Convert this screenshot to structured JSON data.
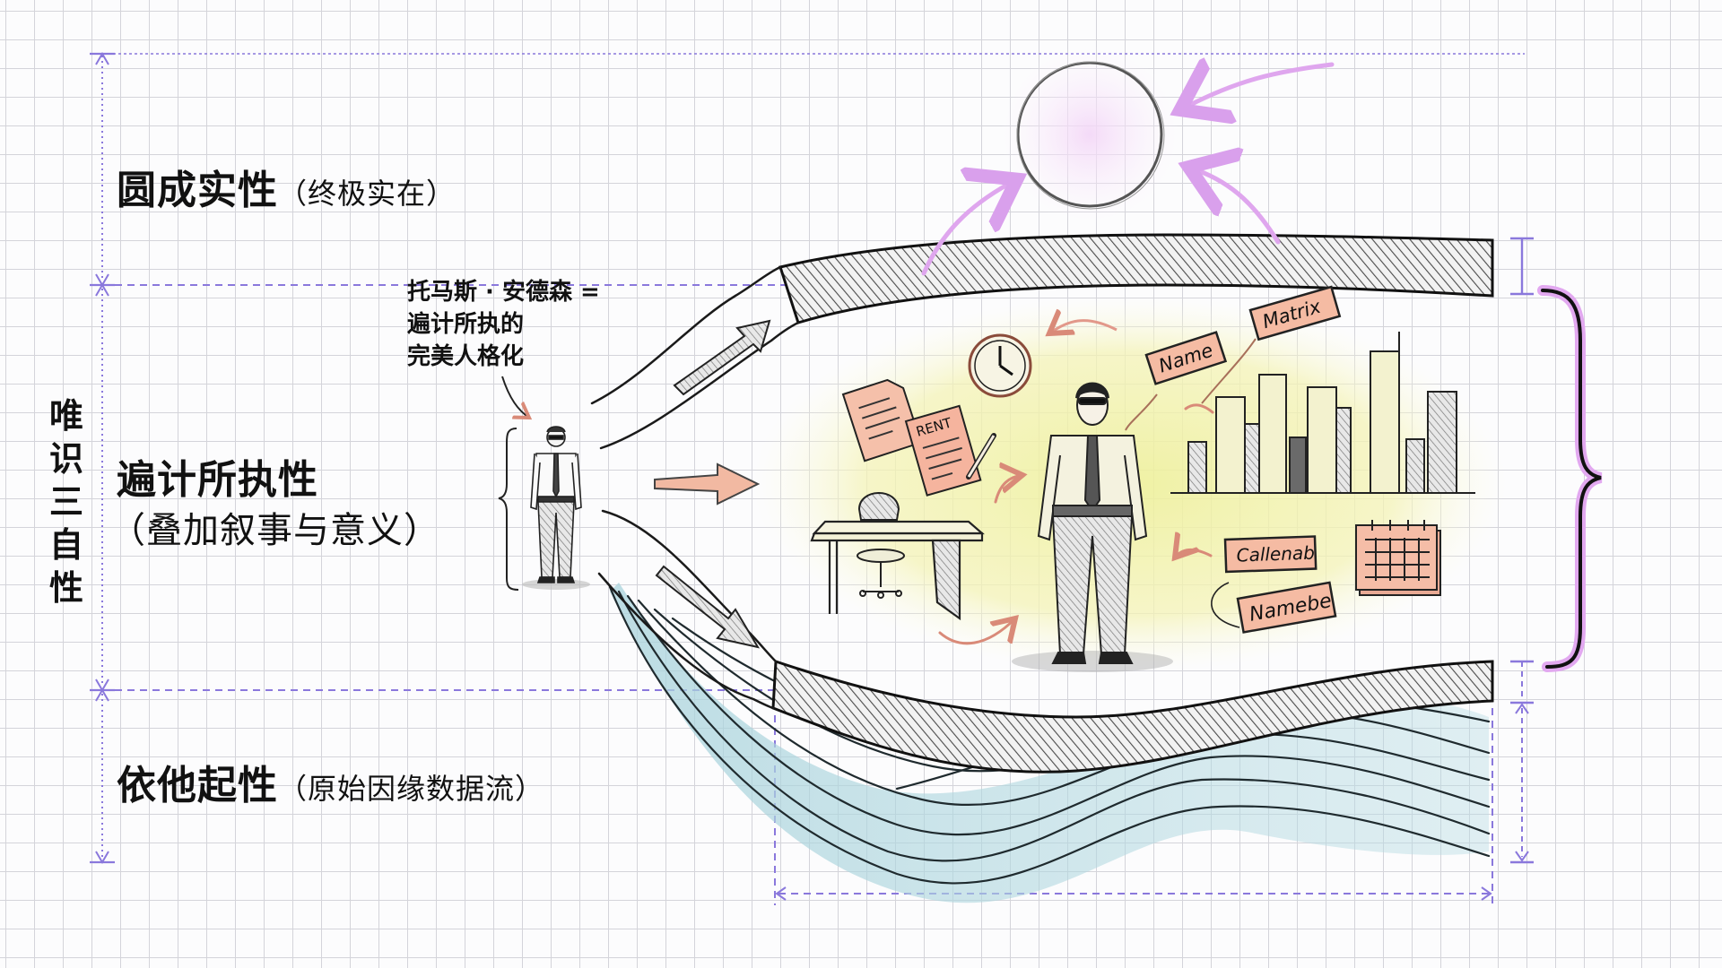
{
  "diagram": {
    "vertical_label": "唯识三自性",
    "levels": [
      {
        "id": "parinispanna",
        "title": "圆成实性",
        "subtitle": "（终极实在）"
      },
      {
        "id": "parikalpita",
        "title": "遍计所执性",
        "subtitle": "（叠加叙事与意义）"
      },
      {
        "id": "paratantra",
        "title": "依他起性",
        "subtitle": "（原始因缘数据流）"
      }
    ],
    "annotation": "托马斯 · 安德森 =\n遍计所执的\n完美人格化",
    "tube_labels": {
      "rent": "RENT",
      "name": "Name",
      "matrix": "Matrix",
      "calendar_tag": "Callenab",
      "namebe": "Namebe"
    },
    "icons": [
      "circle-ultimate-reality",
      "person-small",
      "person-large",
      "clock",
      "document",
      "rent-contract",
      "pencil",
      "desk",
      "office-chair",
      "city-skyline",
      "calendar",
      "data-stream-waves"
    ],
    "colors": {
      "grid": "#d4d4da",
      "dimension": "#8a78dc",
      "highlight_pink": "#e3a6ef",
      "tag_fill": "#f4b9a0",
      "glow_yellow": "#f2f1a8",
      "stream_blue": "#a9d3dc",
      "ink": "#1a1a1a"
    }
  }
}
